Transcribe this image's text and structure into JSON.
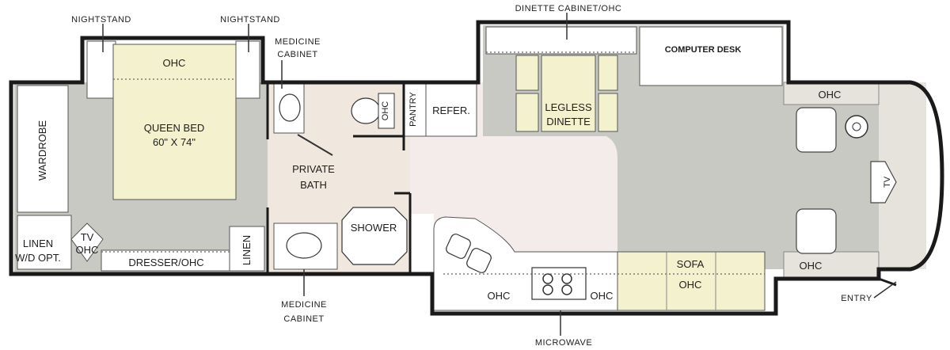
{
  "colors": {
    "wall": "#1a1a1a",
    "floor_gray": "#c9c9c4",
    "floor_light": "#e6e3dc",
    "bath_floor": "#f0e8df",
    "galley_floor": "#f4ecea",
    "furniture_yellow": "#f4f1cf",
    "cabinet_white": "#ffffff"
  },
  "labels": {
    "nightstand_left": "NIGHTSTAND",
    "nightstand_right": "NIGHTSTAND",
    "medicine_cabinet_top_1": "MEDICINE",
    "medicine_cabinet_top_2": "CABINET",
    "dinette_cabinet": "DINETTE CABINET/OHC",
    "computer_desk": "COMPUTER DESK",
    "ohc_bed": "OHC",
    "queen_bed_1": "QUEEN BED",
    "queen_bed_2": "60\" X 74\"",
    "wardrobe": "WARDROBE",
    "linen_left_1": "LINEN",
    "linen_left_2": "W/D OPT.",
    "tv_left_1": "TV",
    "tv_left_2": "OHC",
    "dresser": "DRESSER/OHC",
    "linen_mid": "LINEN",
    "private_bath_1": "PRIVATE",
    "private_bath_2": "BATH",
    "shower": "SHOWER",
    "ohc_toilet": "OHC",
    "pantry": "PANTRY",
    "refer": "REFER.",
    "legless_dinette_1": "LEGLESS",
    "legless_dinette_2": "DINETTE",
    "ohc_galley_left": "OHC",
    "ohc_galley_right": "OHC",
    "sofa": "SOFA",
    "ohc_sofa": "OHC",
    "ohc_cab_top": "OHC",
    "ohc_cab_bottom": "OHC",
    "tv_front": "TV",
    "medicine_cabinet_bottom_1": "MEDICINE",
    "medicine_cabinet_bottom_2": "CABINET",
    "microwave": "MICROWAVE",
    "entry": "ENTRY"
  }
}
